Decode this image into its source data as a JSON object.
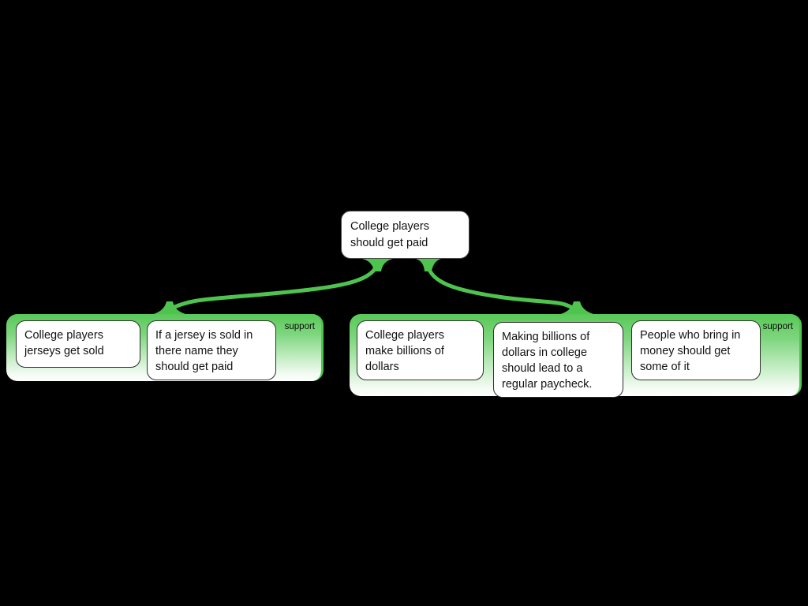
{
  "colors": {
    "background": "#000000",
    "accent_green": "#4ec44e",
    "group_gradient_top": "#58c858",
    "group_gradient_bottom": "#fdfffd",
    "card_background": "#ffffff",
    "text": "#121212"
  },
  "root": {
    "text": "College players\nshould get paid"
  },
  "groups": [
    {
      "label": "support",
      "nodes": [
        {
          "text": "College players\njerseys get sold"
        },
        {
          "text": "If a jersey is sold in\nthere name they\nshould get paid"
        }
      ]
    },
    {
      "label": "support",
      "nodes": [
        {
          "text": "College players\nmake billions of\ndollars"
        },
        {
          "text": "Making billions of\ndollars in college\nshould lead to a\nregular paycheck."
        },
        {
          "text": "People who bring in\nmoney should get\nsome of it"
        }
      ]
    }
  ]
}
